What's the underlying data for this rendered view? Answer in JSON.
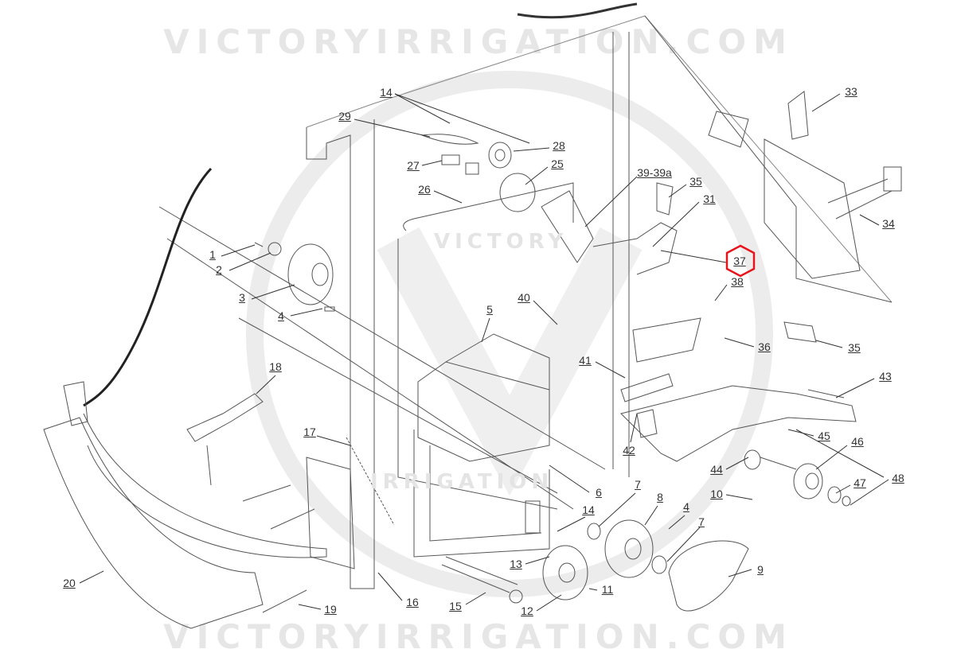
{
  "watermark": {
    "top": "VICTORYIRRIGATION.COM",
    "bottom": "VICTORYIRRIGATION.COM",
    "center_top": "VICTORY",
    "center_bottom": "IRRIGATION"
  },
  "highlight_color": "#e8141c",
  "highlighted_part": "37",
  "labels": [
    "14",
    "29",
    "28",
    "27",
    "25",
    "26",
    "39-39a",
    "35",
    "31",
    "37",
    "38",
    "33",
    "34",
    "35",
    "36",
    "40",
    "5",
    "41",
    "43",
    "42",
    "1",
    "2",
    "3",
    "4",
    "18",
    "17",
    "45",
    "46",
    "44",
    "47",
    "48",
    "6",
    "7",
    "8",
    "4",
    "7",
    "10",
    "14",
    "13",
    "9",
    "11",
    "12",
    "15",
    "16",
    "19",
    "20"
  ]
}
